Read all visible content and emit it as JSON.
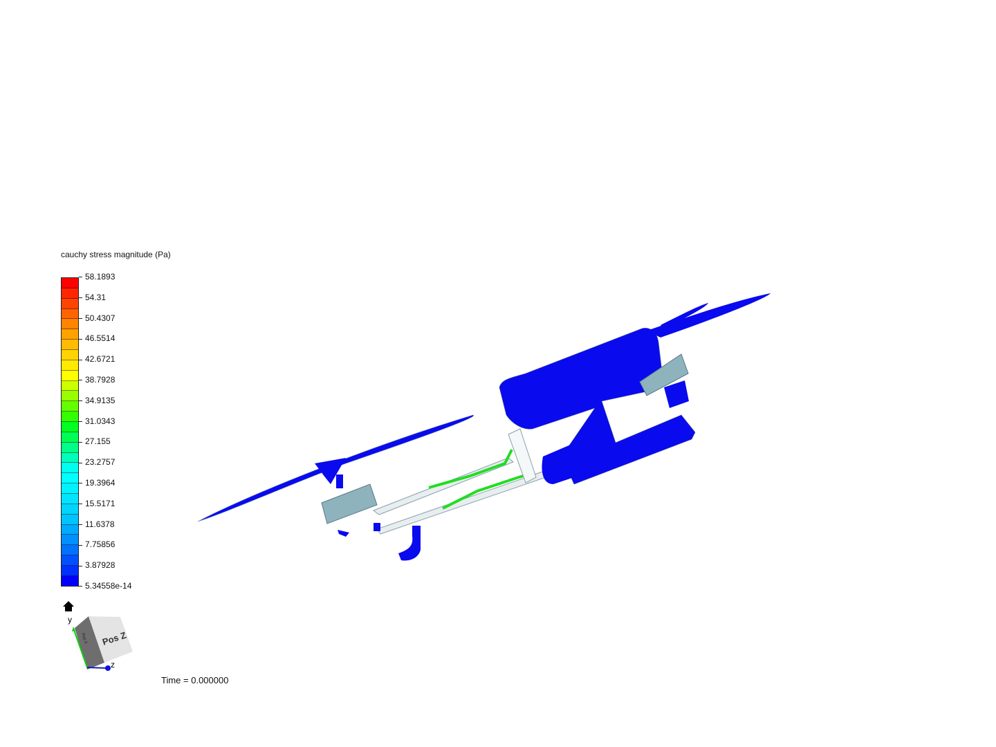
{
  "legend": {
    "title": "cauchy stress magnitude (Pa)",
    "labels": [
      "58.1893",
      "54.31",
      "50.4307",
      "46.5514",
      "42.6721",
      "38.7928",
      "34.9135",
      "31.0343",
      "27.155",
      "23.2757",
      "19.3964",
      "15.5171",
      "11.6378",
      "7.75856",
      "3.87928",
      "5.34558e-14"
    ],
    "min": 5.34558e-14,
    "max": 58.1893,
    "band_colors": [
      "#ff0000",
      "#ff2600",
      "#ff4400",
      "#ff6400",
      "#ff8400",
      "#ffa200",
      "#ffbc00",
      "#ffd400",
      "#ffea00",
      "#ffff00",
      "#ccff00",
      "#99ff00",
      "#66ff00",
      "#33ff00",
      "#00ff22",
      "#00ff55",
      "#00ff88",
      "#00ffbb",
      "#00ffee",
      "#00ffff",
      "#00f2ff",
      "#00e4ff",
      "#00d4ff",
      "#00c4ff",
      "#00aaff",
      "#0090ff",
      "#0072ff",
      "#0050ff",
      "#0030ff",
      "#0000ff"
    ]
  },
  "nav_cube": {
    "face_label": "Pos Z",
    "side_label": "Pos X",
    "axis_y": "y",
    "axis_z": "z",
    "home_icon": "home-icon"
  },
  "model": {
    "body_color": "#0a0aee",
    "lattice_color": "#7aa0aa",
    "stress_highlight": "#22dd22"
  },
  "time_label": "Time = 0.000000"
}
